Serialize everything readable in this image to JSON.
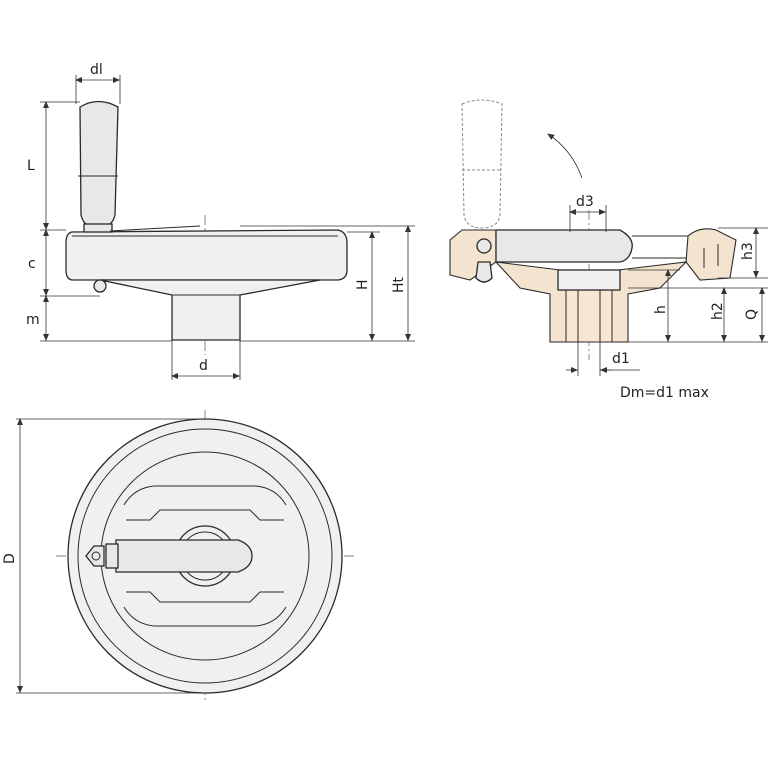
{
  "labels": {
    "dl": "dl",
    "L": "L",
    "c": "c",
    "m": "m",
    "d": "d",
    "H": "H",
    "Ht": "Ht",
    "d3": "d3",
    "h3": "h3",
    "h": "h",
    "h2": "h2",
    "Q": "Q",
    "d1": "d1",
    "D": "D",
    "note": "Dm=d1 max"
  },
  "colors": {
    "line": "#2a2a2a",
    "fill": "#f0f0f0",
    "hub_insert": "#f7e6d2"
  }
}
